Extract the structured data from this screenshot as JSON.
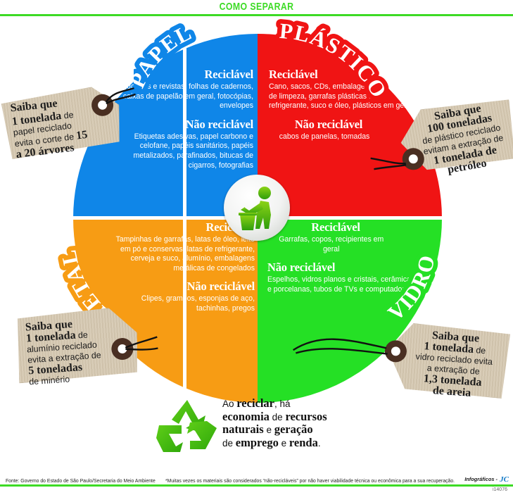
{
  "header": {
    "title": "COMO SEPARAR",
    "accent_color": "#3ddb25"
  },
  "center": {
    "icon": "recycle-bin-person-icon"
  },
  "quadrants": [
    {
      "key": "papel",
      "label": "PAPEL",
      "color": "#0f86e8",
      "recyclable_heading": "Reciclável",
      "recyclable_items": "Jornais e revistas, folhas de cadernos, caixas de papelão em geral, fotocópias, envelopes",
      "non_recyclable_heading": "Não reciclável",
      "non_recyclable_items": "Etiquetas adesivas, papel carbono e celofane, papéis sanitários, papéis metalizados, parafinados, bitucas de cigarros, fotografias"
    },
    {
      "key": "plastico",
      "label": "PLÁSTICO",
      "color": "#f01414",
      "recyclable_heading": "Reciclável",
      "recyclable_items": "Cano, sacos, CDs, embalagens de produtos de limpeza, garrafas plásticas de refrigerante, suco e óleo, plásticos em geral",
      "non_recyclable_heading": "Não reciclável",
      "non_recyclable_items": "cabos de panelas, tomadas"
    },
    {
      "key": "metal",
      "label": "METAL",
      "color": "#f79c14",
      "recyclable_heading": "Reciclável",
      "recyclable_items": "Tampinhas de garrafas, latas de óleo, leite em pó e conservas, latas de refrigerante, cerveja e suco, alumínio, embalagens metálicas de congelados",
      "non_recyclable_heading": "Não reciclável",
      "non_recyclable_items": "Clipes, grampos, esponjas de aço, tachinhas, pregos"
    },
    {
      "key": "vidro",
      "label": "VIDRO",
      "color": "#25e025",
      "recyclable_heading": "Reciclável",
      "recyclable_items": "Garrafas, copos, recipientes em geral",
      "non_recyclable_heading": "Não reciclável",
      "non_recyclable_items": "Espelhos, vidros planos e cristais, cerâmicas e porcelanas, tubos de TVs e computador"
    }
  ],
  "tags": {
    "paper": {
      "line1": "Saiba que",
      "line2_bold": "1 tonelada",
      "line2_rest": " de",
      "line3": "papel reciclado",
      "line4": "evita o corte de ",
      "line4_bold": "15",
      "line5_bold": "a 20 árvores"
    },
    "plastic": {
      "line1": "Saiba que",
      "line2_bold": "100 toneladas",
      "line3": "de plástico reciclado",
      "line4": "evitam a extração de",
      "line5_bold": "1 tonelada de",
      "line6_bold": "petróleo"
    },
    "metal": {
      "line1": "Saiba que",
      "line2_bold": "1 tonelada",
      "line2_rest": " de",
      "line3": "alumínio reciclado",
      "line4": "evita a extração de",
      "line5_bold": "5 toneladas",
      "line6": "de minério"
    },
    "glass": {
      "line1": "Saiba que",
      "line2_bold": "1 tonelada",
      "line2_rest": " de",
      "line3": "vidro reciclado evita",
      "line4": "a extração de",
      "line5_bold": "1,3 tonelada",
      "line6_bold": "de areia"
    }
  },
  "slogan": {
    "icon": "recycle-arrows-icon",
    "l1_a": "Ao ",
    "l1_b": "reciclar",
    "l1_c": ", há",
    "l2_a": "economia",
    "l2_b": " de ",
    "l2_c": "recursos",
    "l3_a": "naturais",
    "l3_b": " e ",
    "l3_c": "geração",
    "l4_a": "de ",
    "l4_b": "emprego",
    "l4_c": " e ",
    "l4_d": "renda",
    "l4_e": "."
  },
  "footer": {
    "source": "Fonte: Governo do Estado de São Paulo/Secretaria do Meio Ambiente",
    "note": "*Muitas vezes os materiais são considerados “não-recicláveis” por não haver viabilidade técnica ou econômica para a sua recuperação.",
    "brand": "Infográficos -",
    "brand_mark": "JC",
    "code": "i14076"
  }
}
